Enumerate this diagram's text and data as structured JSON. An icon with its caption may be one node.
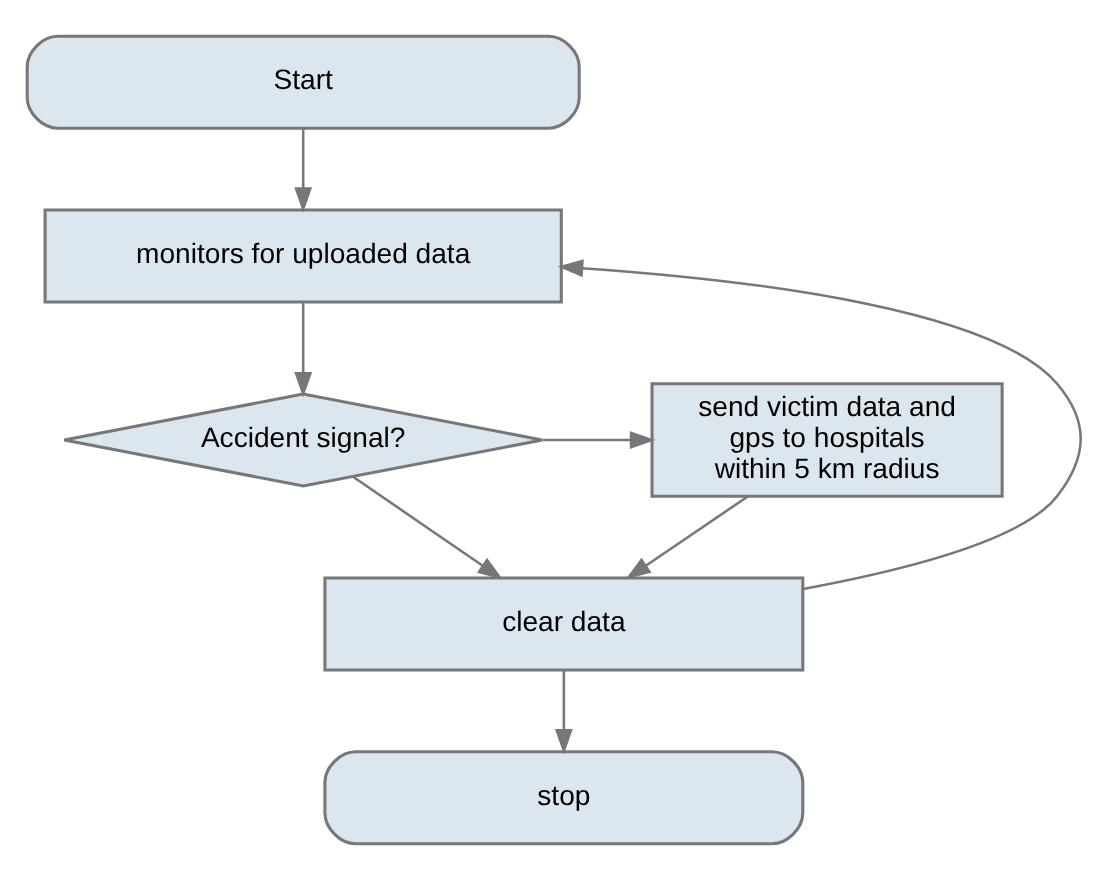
{
  "diagram": {
    "nodes": [
      {
        "text": [
          "Start"
        ]
      },
      {
        "text": [
          "monitors for uploaded data"
        ]
      },
      {
        "text": [
          "Accident signal?"
        ]
      },
      {
        "text": [
          "send victim data and gps to hospitals within 5 km radius"
        ]
      },
      {
        "text": [
          "clear data"
        ]
      },
      {
        "text": [
          "stop"
        ]
      }
    ],
    "edges": [
      {
        "from": 0,
        "to": 1,
        "arrow": "to"
      },
      {
        "from": 1,
        "to": 2,
        "arrow": "to"
      },
      {
        "from": 2,
        "to": 3,
        "arrow": "to"
      },
      {
        "from": 2,
        "to": 4,
        "arrow": "to"
      },
      {
        "from": 3,
        "to": 4,
        "arrow": "to"
      },
      {
        "from": 4,
        "to": 5,
        "arrow": "to"
      },
      {
        "from": 4,
        "to": 1,
        "arrow": "to"
      }
    ]
  }
}
